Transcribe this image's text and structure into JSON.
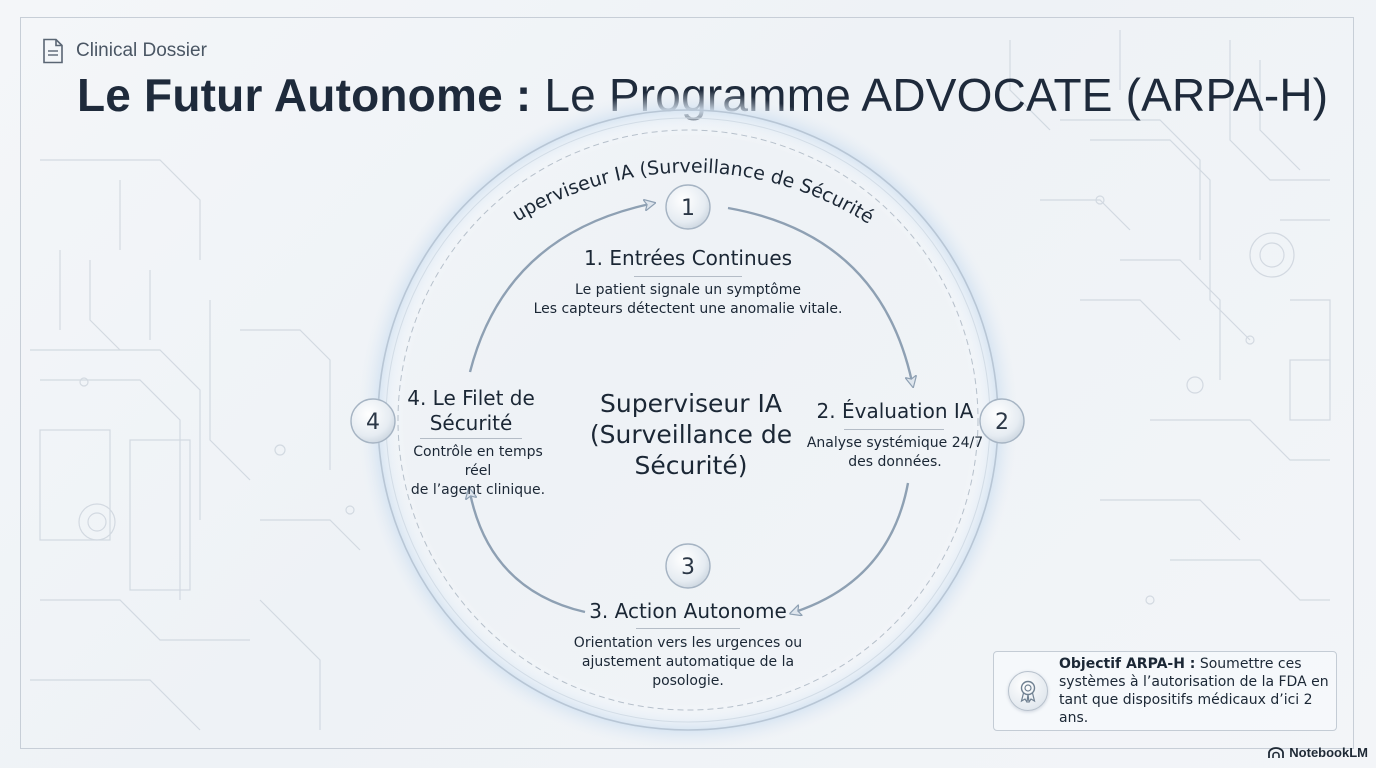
{
  "header": {
    "doc_label": "Clinical Dossier",
    "title_bold": "Le Futur Autonome :",
    "title_rest": "Le Programme ADVOCATE (ARPA-H)"
  },
  "diagram": {
    "arc_label": "Superviseur IA (Surveillance de Sécurité)",
    "center_lines": [
      "Superviseur IA",
      "(Surveillance de",
      "Sécurité)"
    ],
    "steps": [
      {
        "number": "1",
        "title": "1. Entrées Continues",
        "desc": [
          "Le patient signale un symptôme",
          "Les capteurs détectent une anomalie vitale."
        ]
      },
      {
        "number": "2",
        "title": "2. Évaluation IA",
        "desc": [
          "Analyse systémique 24/7",
          "des données."
        ]
      },
      {
        "number": "3",
        "title": "3. Action Autonome",
        "desc": [
          "Orientation vers les urgences ou",
          "ajustement automatique de la",
          "posologie."
        ]
      },
      {
        "number": "4",
        "title_lines": [
          "4. Le Filet de",
          "Sécurité"
        ],
        "desc": [
          "Contrôle en temps réel",
          "de l’agent clinique."
        ]
      }
    ]
  },
  "objective": {
    "label": "Objectif ARPA-H :",
    "text": " Soumettre ces systèmes à l’autorisation de la FDA en tant que dispositifs médicaux d’ici 2 ans.",
    "icon": "award-ribbon-icon"
  },
  "brand": {
    "name": "NotebookLM",
    "icon": "notebooklm-logo-icon"
  },
  "colors": {
    "accent": "#8fa3b8",
    "ring_glow": "#d8e4f0",
    "text": "#1e2a38"
  }
}
